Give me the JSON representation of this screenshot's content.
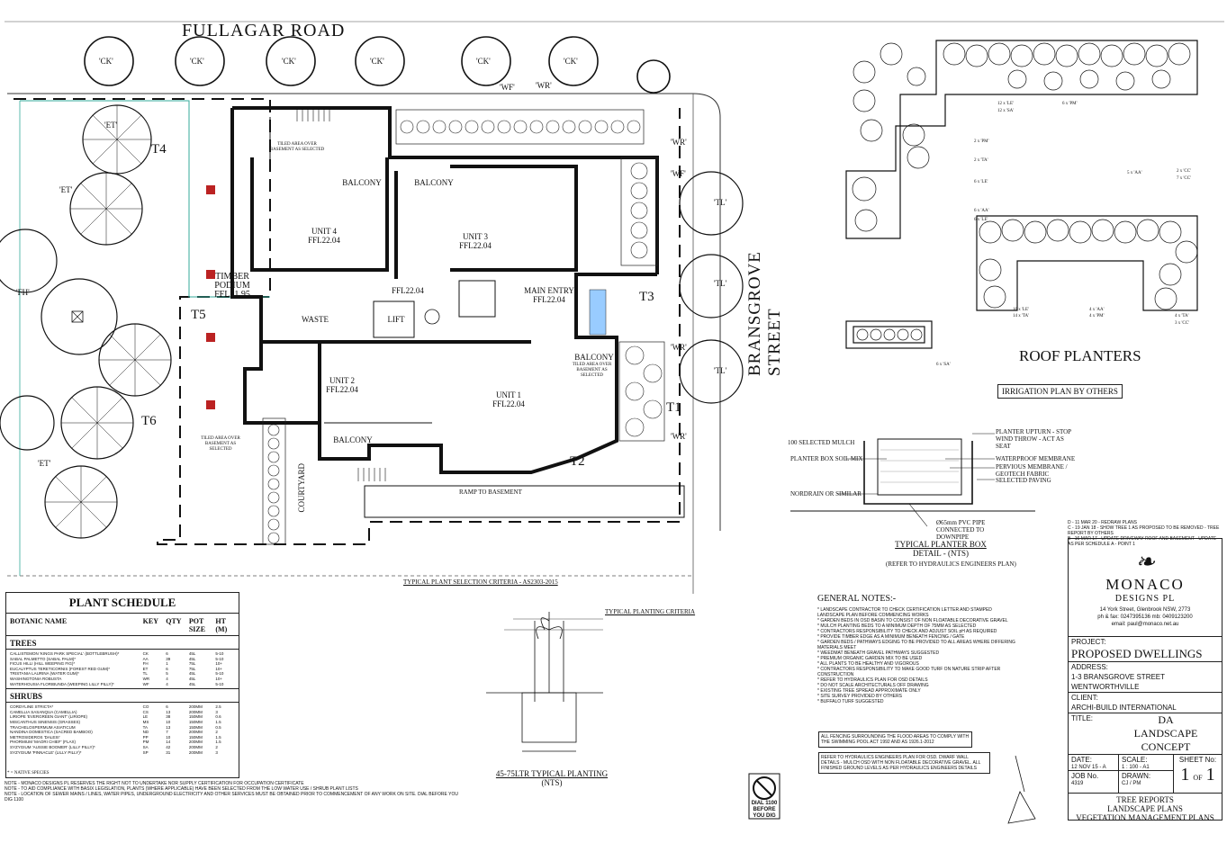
{
  "roads": {
    "fullagar": "FULLAGAR ROAD",
    "bransgrove": "BRANSGROVE STREET"
  },
  "street_trees": [
    "'CK'",
    "'CK'",
    "'CK'",
    "'CK'",
    "'CK'",
    "'CK'"
  ],
  "tree_tags": {
    "t1": "T1",
    "t2": "T2",
    "t3": "T3",
    "t4": "T4",
    "t5": "T5",
    "t6": "T6"
  },
  "existing_trees": {
    "et": "'ET'",
    "fh": "'FH'",
    "wf": "'WF'",
    "wr": "'WR'",
    "tl": "'TL'"
  },
  "rooms": {
    "unit1": "UNIT 1",
    "unit1_ffl": "FFL22.04",
    "unit2": "UNIT 2",
    "unit2_ffl": "FFL22.04",
    "unit3": "UNIT 3",
    "unit3_ffl": "FFL22.04",
    "unit4": "UNIT 4",
    "unit4_ffl": "FFL22.04",
    "balcony": "BALCONY",
    "waste": "WASTE",
    "lift": "LIFT",
    "main_entry": "MAIN ENTRY",
    "main_entry_ffl": "FFL22.04",
    "lobby_ffl": "FFL22.04",
    "timber_podium": "TIMBER",
    "podium": "PODIUM",
    "podium_ffl": "FFL21.95",
    "courtyard": "COURTYARD",
    "ramp": "RAMP TO BASEMENT",
    "tiled": "TILED AREA OVER BASEMENT AS SELECTED"
  },
  "roof": {
    "title": "ROOF PLANTERS",
    "irrigation": "IRRIGATION PLAN BY OTHERS",
    "labels": [
      "12 x 'LE'",
      "12 x 'SA'",
      "6 x 'PM'",
      "2 x 'PM'",
      "2 x 'TA'",
      "6 x 'LE'",
      "6 x 'AA'",
      "6 x 'LE'",
      "2 x 'CC'",
      "5 x 'AA'",
      "7 x 'CC'",
      "16 x 'LE'",
      "14 x 'TA'",
      "4 x 'AA'",
      "4 x 'PM'",
      "4 x 'TA'",
      "3 x 'CC'",
      "6 x 'SA'"
    ]
  },
  "planter_detail": {
    "title": "TYPICAL PLANTER BOX",
    "subtitle": "DETAIL - (NTS)",
    "note": "(REFER TO HYDRAULICS ENGINEERS PLAN)",
    "labels": [
      "PLANTER UPTURN - STOP WIND THROW - ACT AS SEAT",
      "100 SELECTED MULCH",
      "PLANTER BOX SOIL MIX",
      "WATERPROOF MEMBRANE",
      "PERVIOUS MEMBRANE / GEOTECH FABRIC",
      "SELECTED PAVING",
      "NORDRAIN OR SIMILAR",
      "Ø65mm PVC PIPE CONNECTED TO DOWNPIPE"
    ]
  },
  "schedule": {
    "title": "PLANT SCHEDULE",
    "cols": [
      "BOTANIC NAME",
      "KEY",
      "QTY",
      "POT SIZE",
      "HT (M)"
    ],
    "trees_label": "TREES",
    "trees": [
      [
        "CALLISTEMON 'KINGS PARK SPECIAL' (BOTTLEBRUSH)*",
        "CK",
        "6",
        "45L",
        "5-10"
      ],
      [
        "SABAL PALMETTO (SABAL PALM)*",
        "AA",
        "39",
        "45L",
        "5-10"
      ],
      [
        "FICUS HILLI (HILL WEEPING FIG)*",
        "FH",
        "1",
        "75L",
        "10+"
      ],
      [
        "EUCALYPTUS TERETICORNIS (FOREST RED GUM)*",
        "ET",
        "6",
        "75L",
        "10+"
      ],
      [
        "TRISTANIA LAURINA (WATER GUM)*",
        "TL",
        "5",
        "45L",
        "5-10"
      ],
      [
        "WASHINGTONIA ROBUSTA",
        "WR",
        "4",
        "45L",
        "10+"
      ],
      [
        "WATERHOUSIA FLORIBUNDA (WEEPING LILLY PILLY)*",
        "WF",
        "4",
        "45L",
        "5-10"
      ]
    ],
    "shrubs_label": "SHRUBS",
    "shrubs": [
      [
        "CORDYLINE STRICTA*",
        "CO",
        "6",
        "200MM",
        "2.5"
      ],
      [
        "CAMELLIA SASANQUA (CAMELLIA)",
        "CS",
        "13",
        "200MM",
        "3"
      ],
      [
        "LIRIOPE 'EVERGREEN GIANT' (LIRIOPE)",
        "LE",
        "38",
        "150MM",
        "0.6"
      ],
      [
        "MISCANTHUS SINENSIS (GRASSES)",
        "MS",
        "10",
        "150MM",
        "1.5"
      ],
      [
        "TRACHELOSPERMUM ASIATICUM",
        "TA",
        "13",
        "150MM",
        "0.5"
      ],
      [
        "NANDINA DOMESTICA (SACRED BAMBOO)",
        "ND",
        "7",
        "200MM",
        "2"
      ],
      [
        "METROSIDEROS 'DALESI'",
        "PP",
        "10",
        "150MM",
        "1.5"
      ],
      [
        "PHORMIUM 'MAORI CHIEF' (FLAX)",
        "PM",
        "14",
        "200MM",
        "1.5"
      ],
      [
        "SYZYGIUM 'AUSSIE BOOMER' (LILLY PILLY)*",
        "SA",
        "42",
        "200MM",
        "2"
      ],
      [
        "SYZYGIUM 'PINNACLE' (LILLY PILLY)*",
        "SP",
        "31",
        "200MM",
        "3"
      ]
    ],
    "native_note": "* = NATIVE SPECIES"
  },
  "bottom_notes": [
    "NOTE - MONACO DESIGNS PL RESERVES THE RIGHT NOT TO UNDERTAKE NOR SUPPLY CERTIFICATION FOR OCCUPATION CERTIFICATE",
    "NOTE - TO AID COMPLIANCE WITH BASIX LEGISLATION, PLANTS (WHERE APPLICABLE) HAVE BEEN SELECTED FROM THE LOW WATER USE / SHRUB PLANT LISTS",
    "NOTE - LOCATION OF SEWER MAINS / LINES, WATER PIPES, UNDERGROUND ELECTRICITY AND OTHER SERVICES MUST BE OBTAINED PRIOR TO COMMENCEMENT OF ANY WORK ON SITE. DIAL BEFORE YOU DIG 1100"
  ],
  "planting": {
    "title": "45-75LTR TYPICAL PLANTING",
    "subtitle": "(NTS)",
    "criteria_title": "TYPICAL PLANTING CRITERIA",
    "selection_title": "TYPICAL PLANT SELECTION CRITERIA - AS2303-2015"
  },
  "general_notes": {
    "title": "GENERAL NOTES:-",
    "items": [
      "* LANDSCAPE CONTRACTOR TO CHECK CERTIFICATION LETTER AND STAMPED LANDSCAPE PLAN BEFORE COMMENCING WORKS",
      "* GARDEN BEDS IN OSD BASIN TO CONSIST OF NON FLOATABLE DECORATIVE GRAVEL",
      "* MULCH PLANTING BEDS TO A MINIMUM DEPTH OF 75MM AS SELECTED",
      "* CONTRACTORS RESPONSIBILITY TO CHECK AND ADJUST SOIL pH AS REQUIRED",
      "* PROVIDE TIMBER EDGE AS A MINIMUM BENEATH FENCING / GATE",
      "* GARDEN BEDS / PATHWAYS EDGING TO BE PROVIDED TO ALL AREAS WHERE DIFFERING MATERIALS MEET",
      "* WEEDMAT BENEATH GRAVEL PATHWAYS SUGGESTED",
      "* PREMIUM ORGANIC GARDEN MIX TO BE USED",
      "* ALL PLANTS TO BE HEALTHY AND VIGOROUS",
      "* CONTRACTORS RESPONSIBILITY TO MAKE GOOD TURF ON NATURE STRIP AFTER CONSTRUCTION",
      "* REFER TO HYDRAULICS PLAN FOR OSD DETAILS",
      "* DO NOT SCALE ARCHITECTURALS OFF DRAWING",
      "* EXISTING TREE SPREAD APPROXIMATE ONLY",
      "* SITE SURVEY PROVIDED BY OTHERS",
      "* BUFFALO TURF SUGGESTED"
    ],
    "box1": "ALL FENCING SURROUNDING THE FLOOD AREAS TO COMPLY WITH THE SWIMMING POOL ACT 1992 AND AS 1926.1-2012",
    "box2": "REFER TO HYDRAULICS ENGINEERS PLAN FOR OSD. DWARF WALL DETAILS - MULCH OSD WITH NON FLOATABLE DECORATIVE GRAVEL. ALL FINISHED GROUND LEVELS AS PER HYDRAULICS ENGINEERS DETAILS"
  },
  "dial": {
    "line1": "DIAL 1100",
    "line2": "BEFORE YOU DIG"
  },
  "revisions": [
    "D - 11 MAR 20 - REDRAW PLANS",
    "C - 19 JAN 18 - SHOW TREE 1 AS PROPOSED TO BE REMOVED - TREE REPORT BY OTHERS",
    "B - 16 MAR 17 - UPDATE DRIVEWAY ROOF AND BASEMENT - UPDATE AS PER SCHEDULE A - POINT 1"
  ],
  "title_block": {
    "company": "MONACO",
    "company_sub": "DESIGNS PL",
    "address": "14 York Street, Glenbrook NSW, 2773",
    "phone": "ph & fax: 0247395136  mb: 0409123200",
    "email": "email: paul@monaco.net.au",
    "project_label": "PROJECT:",
    "project": "PROPOSED DWELLINGS",
    "address_label": "ADDRESS:",
    "site_address1": "1-3 BRANSGROVE STREET",
    "site_address2": "WENTWORTHVILLE",
    "client_label": "CLIENT:",
    "client": "ARCHI-BUILD INTERNATIONAL",
    "title_label": "TITLE:",
    "title1": "DA",
    "title2": "LANDSCAPE CONCEPT",
    "date_label": "DATE:",
    "date": "12 NOV 15 - A",
    "scale_label": "SCALE:",
    "scale": "1 : 100 - A1",
    "sheet_label": "SHEET No:",
    "sheet": "1",
    "sheet_of": "OF",
    "sheet_total": "1",
    "job_label": "JOB No.",
    "job": "4319",
    "drawn_label": "DRAWN:",
    "drawn": "CJ / PM",
    "footer1": "TREE REPORTS",
    "footer2": "LANDSCAPE PLANS",
    "footer3": "VEGETATION MANAGEMENT PLANS"
  }
}
